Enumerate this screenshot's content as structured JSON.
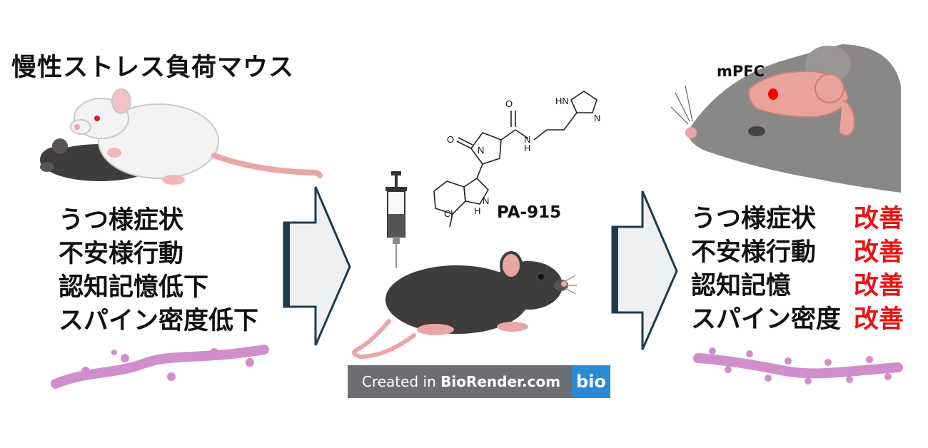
{
  "title": "慢性ストレス負荷マウス",
  "left_symptoms": [
    "うつ様症状",
    "不安様行動",
    "認知記憶低下",
    "スパイン密度低下"
  ],
  "compound_label": "PA-915",
  "chem_atom_labels": {
    "hn": "HN",
    "n_ring": "N",
    "o_ketone": "O",
    "n_amide": "N",
    "o_amide": "O",
    "h_amide": "H",
    "n_pyrrolidine": "N",
    "n_indazole": "N",
    "h_indazole": "H",
    "cl": "Cl"
  },
  "brain_region_label": "mPFC",
  "right_symptoms": [
    "うつ様症状",
    "不安様行動",
    "認知記憶",
    "スパイン密度"
  ],
  "right_results": [
    "改善",
    "改善",
    "改善",
    "改善"
  ],
  "credit": {
    "prefix": "Created in ",
    "brand": "BioRender.com",
    "badge": "bio"
  },
  "colors": {
    "result_red": "#ee1111",
    "dendrite": "#d08fcc",
    "arrow_fill": "#eef0f1",
    "arrow_stroke": "#1f3b4d",
    "brain": "#e9a39b",
    "mouse_dark": "#3f3c3c",
    "mouse_white": "#f3f3f3"
  }
}
